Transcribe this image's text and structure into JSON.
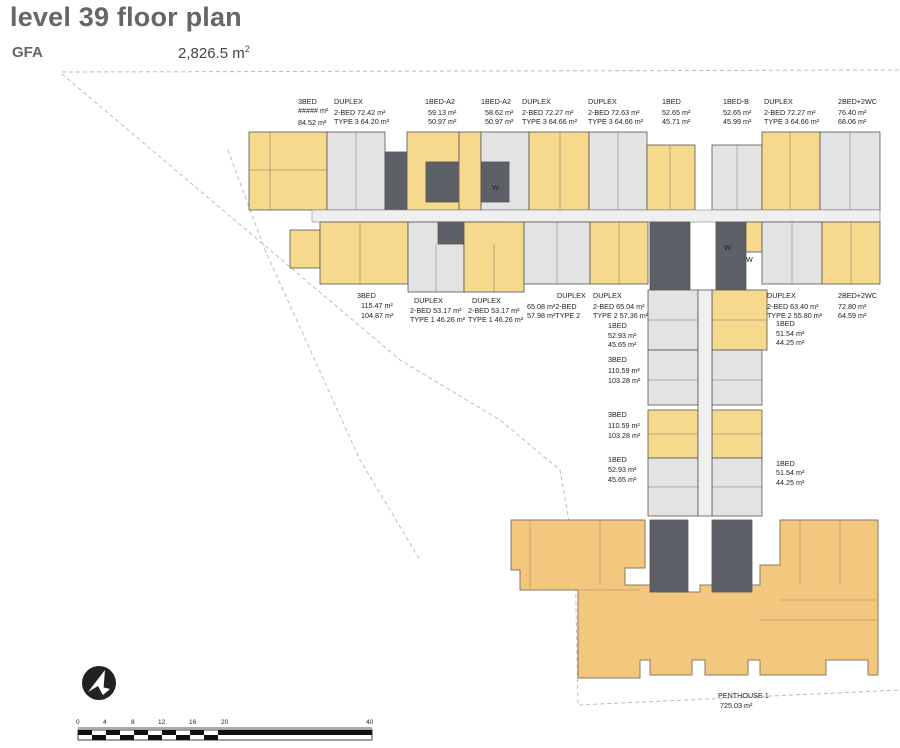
{
  "title": "level 39 floor plan",
  "gfa": {
    "label": "GFA",
    "value": "2,826.5 m",
    "unit_sup": "2"
  },
  "colors": {
    "unit_yellow": "#f6d98c",
    "penthouse_orange": "#f3c87e",
    "core_gray": "#5d6066",
    "corridor_gray": "#e9e9e9",
    "site_outline": "#b8b8b8"
  },
  "units": [
    {
      "id": "u1",
      "lines": [
        "3BED",
        "##### m²",
        "84.52 m²"
      ]
    },
    {
      "id": "u2",
      "lines": [
        "DUPLEX",
        "2-BED  72.42 m²",
        "TYPE 3 64.20 m²"
      ]
    },
    {
      "id": "u3",
      "lines": [
        "1BED-A2",
        "59.13 m²",
        "50.97 m²"
      ]
    },
    {
      "id": "u4",
      "lines": [
        "1BED-A2",
        "58.62 m²",
        "50.97 m²"
      ]
    },
    {
      "id": "u5",
      "lines": [
        "DUPLEX",
        "2-BED  72.27 m²",
        "TYPE 3 64.66 m²"
      ]
    },
    {
      "id": "u6",
      "lines": [
        "DUPLEX",
        "2-BED  72.63 m²",
        "TYPE 3 64.66 m²"
      ]
    },
    {
      "id": "u7",
      "lines": [
        "1BED",
        "52.65 m²",
        "45.71 m²"
      ]
    },
    {
      "id": "u8",
      "lines": [
        "1BED-B",
        "52.65 m²",
        "45.99 m²"
      ]
    },
    {
      "id": "u9",
      "lines": [
        "DUPLEX",
        "2-BED  72.27 m²",
        "TYPE 3  64.66 m²"
      ]
    },
    {
      "id": "u10",
      "lines": [
        "2BED+2WC",
        "76.40 m²",
        "68.06 m²"
      ]
    },
    {
      "id": "u11",
      "lines": [
        "3BED",
        "115.47 m²",
        "104.87 m²"
      ]
    },
    {
      "id": "u12",
      "lines": [
        "DUPLEX",
        "2-BED  53.17 m²",
        "TYPE 1 46.26 m²"
      ]
    },
    {
      "id": "u13",
      "lines": [
        "DUPLEX",
        "2-BED  53.17 m²",
        "TYPE 1 46.26 m²"
      ]
    },
    {
      "id": "u14",
      "lines": [
        "DUPLEX",
        "65.08 m²2-BED",
        "57.98 m²TYPE 2"
      ]
    },
    {
      "id": "u15",
      "lines": [
        "DUPLEX",
        "2-BED  65.04 m²",
        "TYPE 2 57.36 m²"
      ]
    },
    {
      "id": "u16",
      "lines": [
        "DUPLEX",
        "2-BED  63.40 m²",
        "TYPE 2 55.80 m²"
      ]
    },
    {
      "id": "u17",
      "lines": [
        "2BED+2WC",
        "72.80 m²",
        "64.59 m²"
      ]
    },
    {
      "id": "u18",
      "lines": [
        "1BED",
        "52.93 m²",
        "45.65 m²"
      ]
    },
    {
      "id": "u19",
      "lines": [
        "1BED",
        "51.54 m²",
        "44.25 m²"
      ]
    },
    {
      "id": "u20",
      "lines": [
        "3BED",
        "110.59 m²",
        "103.28 m²"
      ]
    },
    {
      "id": "u21",
      "lines": [
        "3BED",
        "110.59 m²",
        "103.28 m²"
      ]
    },
    {
      "id": "u22",
      "lines": [
        "1BED",
        "52.93 m²",
        "45.65 m²"
      ]
    },
    {
      "id": "u23",
      "lines": [
        "1BED",
        "51.54 m²",
        "44.25 m²"
      ]
    },
    {
      "id": "u24",
      "lines": [
        "PENTHOUSE 1",
        "725.03 m²"
      ]
    }
  ],
  "core_marks": [
    "W",
    "W",
    "W"
  ],
  "scale": {
    "ticks": [
      "0",
      "4",
      "8",
      "12",
      "16",
      "20",
      "40"
    ]
  },
  "north_arrow": {
    "icon": "north-arrow-icon"
  }
}
